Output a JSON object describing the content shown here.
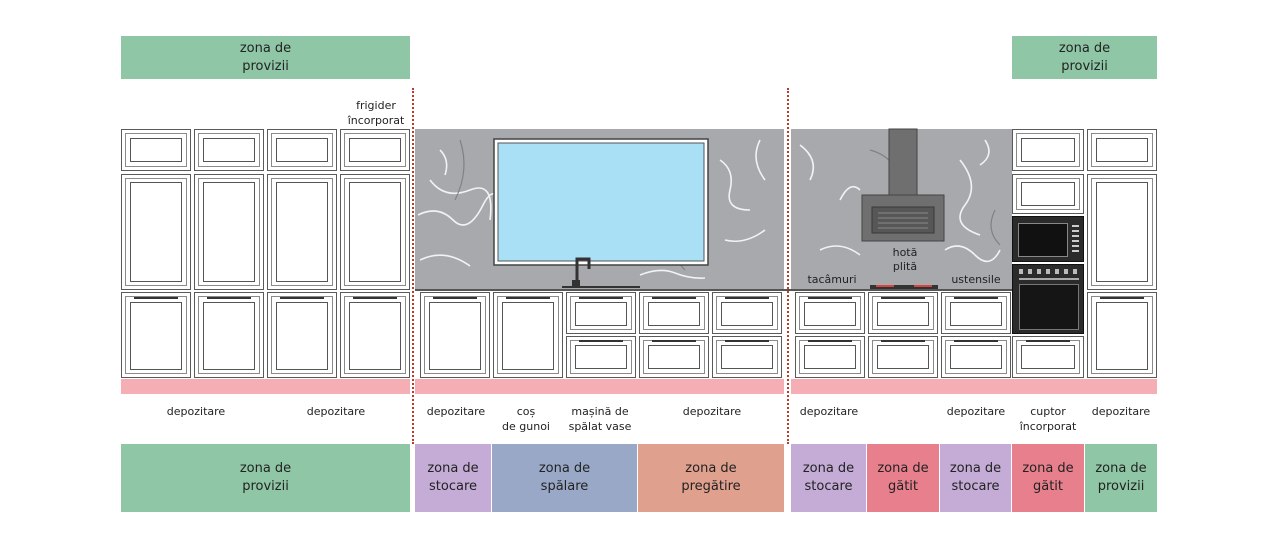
{
  "colors": {
    "provizii": "#8fc7a6",
    "stocare": "#c4acd6",
    "spalare": "#9aa8c8",
    "pregatire": "#e0a08e",
    "gatit": "#e87f8c",
    "plinth": "#f6aeb5",
    "divider": "#c0392b",
    "backsplash": "#a7a9ac",
    "window": "#a9e0f6"
  },
  "top_zones": {
    "left": {
      "label": "zona de\nprovizii"
    },
    "right": {
      "label": "zona de\nprovizii"
    }
  },
  "callouts": {
    "frigider": "frigider\nîncorporat",
    "hota": "hotă",
    "plita": "plită",
    "tacamuri": "tacâmuri",
    "ustensile": "ustensile"
  },
  "appliance_labels": [
    {
      "text": "depozitare"
    },
    {
      "text": "depozitare"
    },
    {
      "text": "depozitare"
    },
    {
      "text": "coș\nde gunoi"
    },
    {
      "text": "mașină de\nspălat vase"
    },
    {
      "text": "depozitare"
    },
    {
      "text": "depozitare"
    },
    {
      "text": "depozitare"
    },
    {
      "text": "cuptor\nîncorporat"
    },
    {
      "text": "depozitare"
    }
  ],
  "bottom_zones": [
    {
      "label": "zona de\nprovizii",
      "color_key": "provizii"
    },
    {
      "label": "zona de\nstocare",
      "color_key": "stocare"
    },
    {
      "label": "zona de\nspălare",
      "color_key": "spalare"
    },
    {
      "label": "zona de\npregătire",
      "color_key": "pregatire"
    },
    {
      "label": "zona de\nstocare",
      "color_key": "stocare"
    },
    {
      "label": "zona de\ngătit",
      "color_key": "gatit"
    },
    {
      "label": "zona de\nstocare",
      "color_key": "stocare"
    },
    {
      "label": "zona de\ngătit",
      "color_key": "gatit"
    },
    {
      "label": "zona de\nprovizii",
      "color_key": "provizii"
    }
  ]
}
